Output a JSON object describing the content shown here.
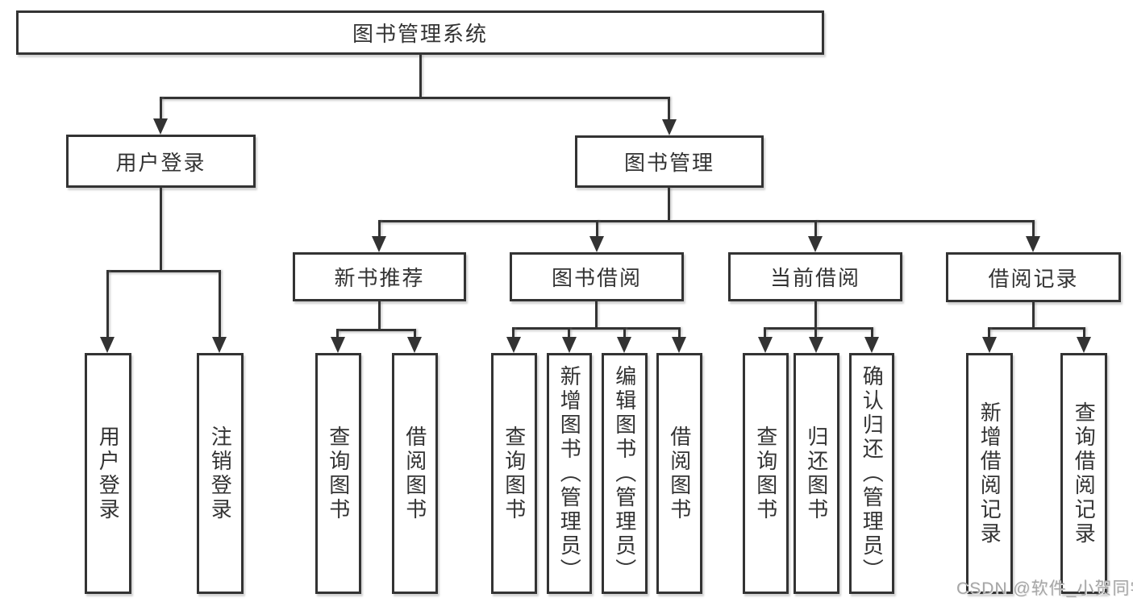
{
  "diagram_title": "图书管理系统",
  "tree": {
    "label": "图书管理系统",
    "children": [
      {
        "label": "用户登录",
        "children": [
          {
            "label": "用户登录"
          },
          {
            "label": "注销登录"
          }
        ]
      },
      {
        "label": "图书管理",
        "children": [
          {
            "label": "新书推荐",
            "children": [
              {
                "label": "查询图书"
              },
              {
                "label": "借阅图书"
              }
            ]
          },
          {
            "label": "图书借阅",
            "children": [
              {
                "label": "查询图书"
              },
              {
                "label": "新增图书（管理员）"
              },
              {
                "label": "编辑图书（管理员）"
              },
              {
                "label": "借阅图书"
              }
            ]
          },
          {
            "label": "当前借阅",
            "children": [
              {
                "label": "查询图书"
              },
              {
                "label": "归还图书"
              },
              {
                "label": "确认归还（管理员）"
              }
            ]
          },
          {
            "label": "借阅记录",
            "children": [
              {
                "label": "新增借阅记录"
              },
              {
                "label": "查询借阅记录"
              }
            ]
          }
        ]
      }
    ]
  },
  "watermark": {
    "text": "CSDN @软件_小贺同学"
  },
  "colors": {
    "line": "#333333",
    "text": "#333333",
    "background": "#ffffff",
    "watermark": "#a6a6a6"
  }
}
